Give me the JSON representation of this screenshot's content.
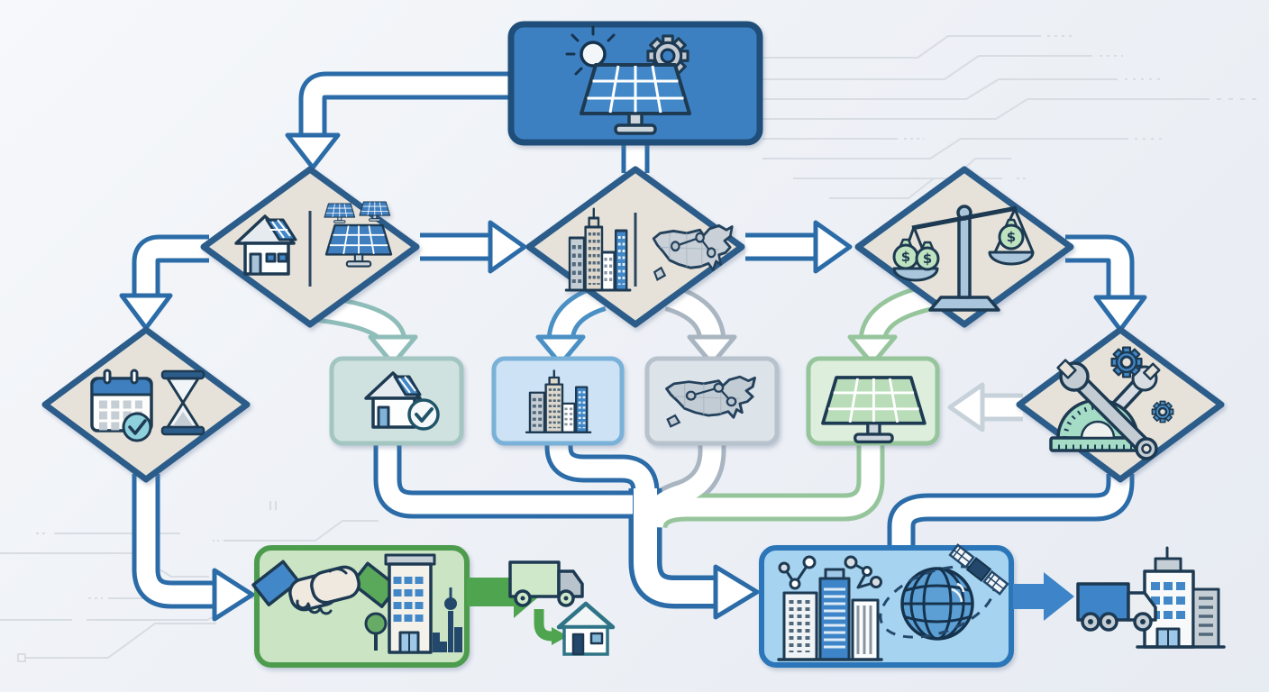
{
  "flowchart": {
    "description": "solar energy deployment flowchart (icon-only, no visible text)",
    "money_bag_symbol": "$",
    "start": {
      "id": "start-solar-program",
      "icons": [
        "sun-icon",
        "gear-icon",
        "solar-panel-icon"
      ]
    },
    "decisions": [
      {
        "id": "decision-residential-vs-utility",
        "icons": [
          "solar-house-icon",
          "solar-farm-icon"
        ]
      },
      {
        "id": "decision-city-vs-national",
        "icons": [
          "city-buildings-icon",
          "usa-map-icon"
        ]
      },
      {
        "id": "decision-cost-comparison",
        "icons": [
          "money-bags-icon",
          "balance-scale-icon"
        ]
      },
      {
        "id": "decision-schedule-timeline",
        "icons": [
          "calendar-icon",
          "check-badge-icon",
          "hourglass-icon"
        ]
      },
      {
        "id": "decision-engineering-tools",
        "icons": [
          "wrench-icon",
          "gear-icon",
          "protractor-icon"
        ]
      }
    ],
    "options": [
      {
        "id": "option-residential-approved",
        "icons": [
          "solar-house-check-icon"
        ]
      },
      {
        "id": "option-city-deployment",
        "icons": [
          "city-buildings-icon"
        ]
      },
      {
        "id": "option-national-deployment",
        "icons": [
          "usa-map-icon"
        ]
      },
      {
        "id": "option-panel-deployment",
        "icons": [
          "solar-panel-icon"
        ]
      }
    ],
    "outcomes": [
      {
        "id": "outcome-partnership-delivery",
        "icons": [
          "handshake-icon",
          "office-building-icon",
          "tree-icon",
          "city-skyline-icon"
        ],
        "followup_icons": [
          "delivery-truck-icon",
          "home-icon"
        ]
      },
      {
        "id": "outcome-smart-grid-network",
        "icons": [
          "city-network-icon",
          "globe-satellite-icon"
        ],
        "followup_icons": [
          "delivery-truck-icon",
          "office-buildings-icon"
        ]
      }
    ],
    "edges": [
      {
        "from": "start-solar-program",
        "to": "decision-residential-vs-utility"
      },
      {
        "from": "start-solar-program",
        "to": "decision-city-vs-national"
      },
      {
        "from": "decision-residential-vs-utility",
        "to": "decision-city-vs-national"
      },
      {
        "from": "decision-city-vs-national",
        "to": "decision-cost-comparison"
      },
      {
        "from": "decision-cost-comparison",
        "to": "decision-engineering-tools"
      },
      {
        "from": "decision-residential-vs-utility",
        "to": "decision-schedule-timeline"
      },
      {
        "from": "decision-residential-vs-utility",
        "to": "option-residential-approved"
      },
      {
        "from": "decision-city-vs-national",
        "to": "option-city-deployment"
      },
      {
        "from": "decision-city-vs-national",
        "to": "option-national-deployment"
      },
      {
        "from": "decision-cost-comparison",
        "to": "option-panel-deployment"
      },
      {
        "from": "decision-engineering-tools",
        "to": "option-panel-deployment"
      },
      {
        "from": "decision-schedule-timeline",
        "to": "outcome-partnership-delivery"
      },
      {
        "from": "option-residential-approved",
        "to": "outcome-smart-grid-network"
      },
      {
        "from": "option-city-deployment",
        "to": "outcome-smart-grid-network"
      },
      {
        "from": "option-national-deployment",
        "to": "outcome-smart-grid-network"
      },
      {
        "from": "option-panel-deployment",
        "to": "outcome-smart-grid-network"
      },
      {
        "from": "decision-engineering-tools",
        "to": "outcome-smart-grid-network"
      },
      {
        "from": "outcome-partnership-delivery",
        "to": "home-delivery"
      },
      {
        "from": "outcome-smart-grid-network",
        "to": "business-delivery"
      }
    ]
  },
  "colors": {
    "background_start": "#f6f8fb",
    "background_end": "#e7ebf2",
    "circuit_line": "#d8dde4",
    "icon_outline": "#1d3a52",
    "arrow_outline_blue": "#2b6ca8",
    "arrow_fill_white": "#ffffff",
    "diamond_fill": "#e6e2d9",
    "diamond_border": "#2b5c8a",
    "top_box_fill": "#3d80c2",
    "top_box_border": "#1e4e79",
    "teal_box_fill": "#cfe2df",
    "teal_box_border": "#a3c6c2",
    "blue_box_fill": "#cde3f5",
    "blue_box_border": "#7ab1d8",
    "gray_box_fill": "#dce3e9",
    "gray_box_border": "#b7c2cc",
    "green_box_fill": "#ddeedd",
    "green_box_border": "#96c59c",
    "green_panel_fill": "#cbe4c4",
    "green_panel_border": "#4d9c4d",
    "blue_panel_fill": "#a6d3f0",
    "blue_panel_border": "#2b76b9",
    "solid_green_arrow": "#4fa44f",
    "solid_blue_arrow": "#3d85c8",
    "money_bag_green": "#bfe3bf",
    "teal_accent": "#8fd0dd",
    "steel_gray": "#b9c3cc",
    "accent_blue": "#4288c8"
  }
}
